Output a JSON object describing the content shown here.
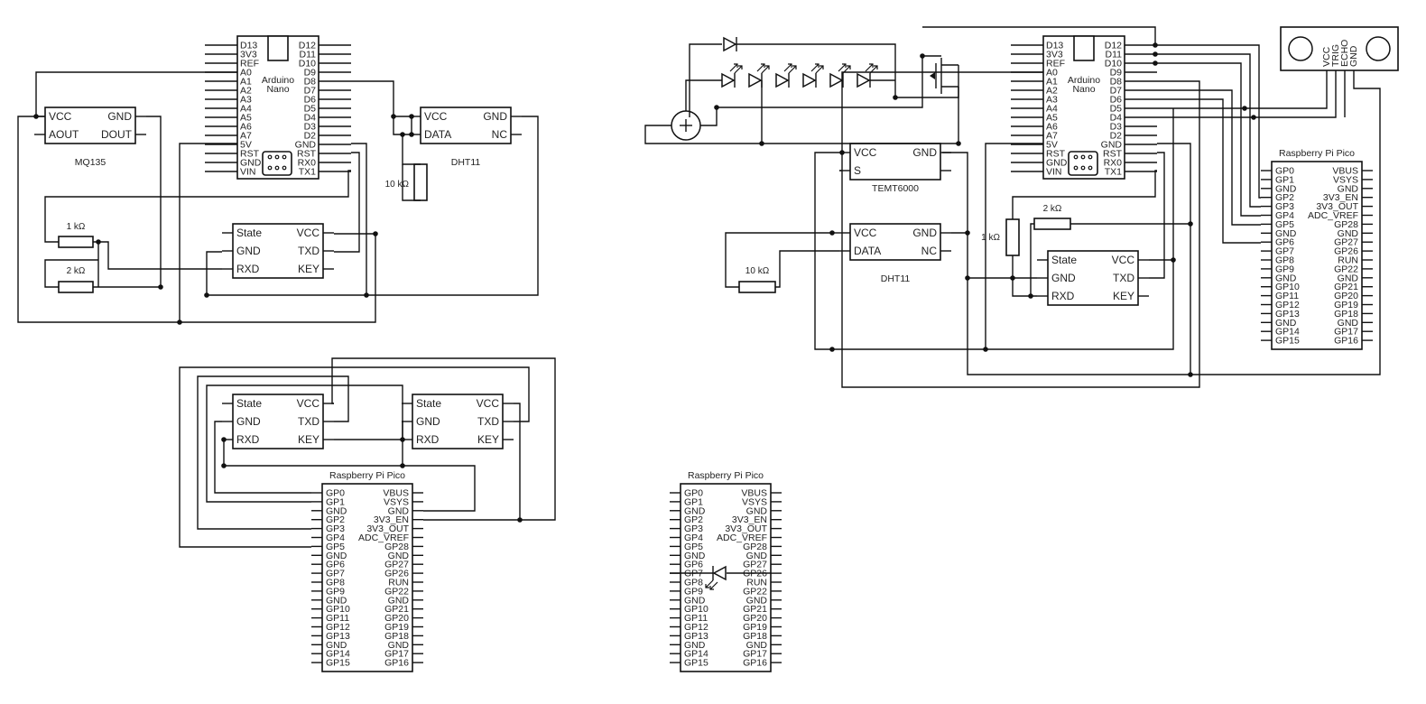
{
  "nano": {
    "title": [
      "Arduino",
      "Nano"
    ],
    "left_pins": [
      "D13",
      "3V3",
      "REF",
      "A0",
      "A1",
      "A2",
      "A3",
      "A4",
      "A5",
      "A6",
      "A7",
      "5V",
      "RST",
      "GND",
      "VIN"
    ],
    "right_pins": [
      "D12",
      "D11",
      "D10",
      "D9",
      "D8",
      "D7",
      "D6",
      "D5",
      "D4",
      "D3",
      "D2",
      "GND",
      "RST",
      "RX0",
      "TX1"
    ]
  },
  "pico": {
    "title": "Raspberry Pi Pico",
    "left_pins": [
      "GP0",
      "GP1",
      "GND",
      "GP2",
      "GP3",
      "GP4",
      "GP5",
      "GND",
      "GP6",
      "GP7",
      "GP8",
      "GP9",
      "GND",
      "GP10",
      "GP11",
      "GP12",
      "GP13",
      "GND",
      "GP14",
      "GP15"
    ],
    "right_pins": [
      "VBUS",
      "VSYS",
      "GND",
      "3V3_EN",
      "3V3_OUT",
      "ADC_VREF",
      "GP28",
      "GND",
      "GP27",
      "GP26",
      "RUN",
      "GP22",
      "GND",
      "GP21",
      "GP20",
      "GP19",
      "GP18",
      "GND",
      "GP17",
      "GP16"
    ]
  },
  "hc05": {
    "pins": [
      "State",
      "VCC",
      "GND",
      "TXD",
      "RXD",
      "KEY"
    ]
  },
  "mq135": {
    "title": "MQ135",
    "pins": [
      "VCC",
      "GND",
      "AOUT",
      "DOUT"
    ]
  },
  "dht11": {
    "title": "DHT11",
    "pins": [
      "VCC",
      "GND",
      "DATA",
      "NC"
    ]
  },
  "temt6000": {
    "title": "TEMT6000",
    "pins": [
      "VCC",
      "GND",
      "S"
    ]
  },
  "ultrasonic": {
    "pins": [
      "VCC",
      "TRIG",
      "ECHO",
      "GND"
    ]
  },
  "resistors": {
    "r1k": "1 kΩ",
    "r2k": "2 kΩ",
    "r10k": "10 kΩ"
  }
}
